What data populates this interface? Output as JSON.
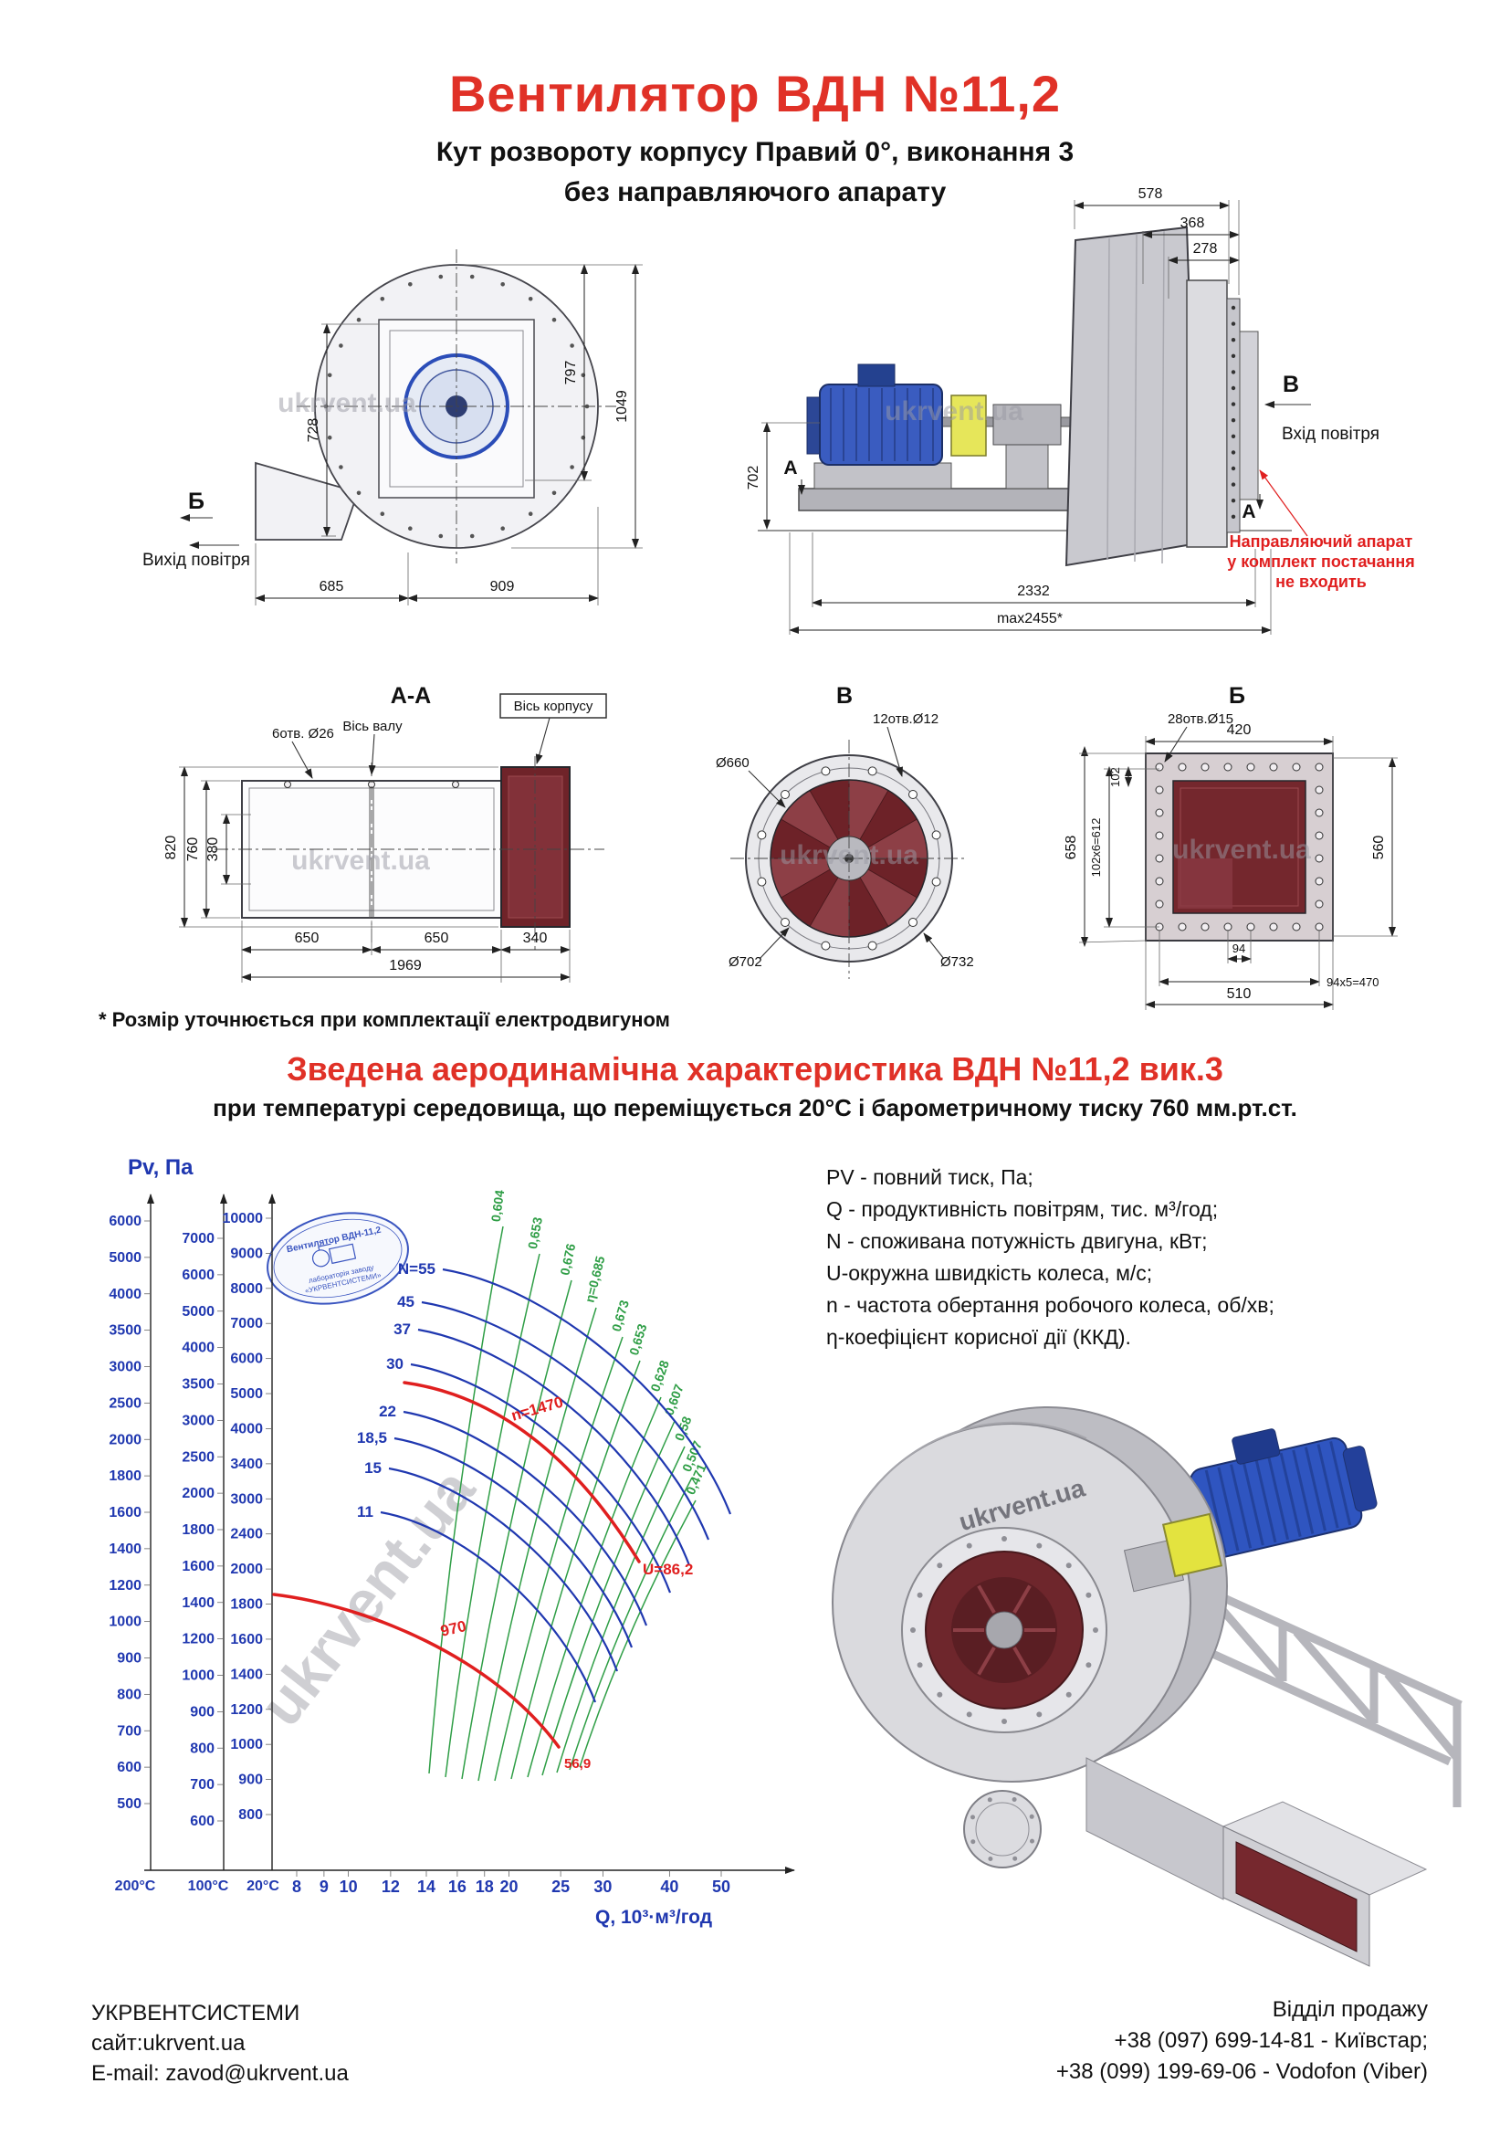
{
  "page": {
    "title": "Вентилятор  ВДН №11,2",
    "subtitle1": "Кут розвороту корпусу Правий 0°, виконання 3",
    "subtitle2": "без направляючого апарату",
    "footnote": "* Розмір уточнюється при комплектації електродвигуном",
    "watermark": "ukrvent.ua"
  },
  "drawings": {
    "volute_view": {
      "section_label": "Б",
      "air_out_label": "Вихід повітря",
      "dim_797": "797",
      "dim_1049": "1049",
      "dim_728": "728",
      "dim_685": "685",
      "dim_909": "909"
    },
    "side_view": {
      "section_label": "В",
      "air_in_label": "Вхід повітря",
      "section_a_left": "А",
      "section_a_right": "А",
      "dim_578": "578",
      "dim_368": "368",
      "dim_278": "278",
      "dim_702": "702",
      "dim_2332": "2332",
      "dim_max": "max2455*",
      "note_line1": "Направляючий апарат",
      "note_line2": "у комплект постачання",
      "note_line3": "не входить"
    },
    "section_aa": {
      "title": "А-А",
      "shaft_axis_label": "Вісь валу",
      "body_axis_label": "Вісь корпусу",
      "holes_label": "6отв. Ø26",
      "dim_820": "820",
      "dim_760": "760",
      "dim_380": "380",
      "dim_650a": "650",
      "dim_650b": "650",
      "dim_340": "340",
      "dim_1969": "1969"
    },
    "view_v": {
      "title": "В",
      "holes_label": "12отв.Ø12",
      "dim_660": "Ø660",
      "dim_702": "Ø702",
      "dim_732": "Ø732"
    },
    "view_b": {
      "title": "Б",
      "holes_label": "28отв.Ø15",
      "dim_420": "420",
      "dim_658": "658",
      "dim_102x6": "102х6=612",
      "dim_102": "102",
      "dim_560": "560",
      "dim_94": "94",
      "dim_94x5": "94х5=470",
      "dim_510": "510"
    }
  },
  "chart_section": {
    "heading": "Зведена аеродинамічна характеристика ВДН №11,2 вик.3",
    "subheading": "при температурі середовища, що переміщується 20°С і барометричному тиску 760 мм.рт.ст.",
    "stamp": {
      "line1": "Вентилятор ВДН-11,2",
      "line2": "лабораторія заводу",
      "line3": "«УКРВЕНТСИСТЕМИ»"
    }
  },
  "chart_data": {
    "type": "line",
    "title": "Зведена аеродинамічна характеристика ВДН №11,2 вик.3",
    "xlabel": "Q, 10³·м³/год",
    "ylabel": "Pv, Па",
    "x_scale": "log",
    "x_ticks": [
      8,
      9,
      10,
      12,
      14,
      16,
      18,
      20,
      25,
      30,
      40,
      50
    ],
    "y_axes": [
      {
        "temp": "200°C",
        "ticks": [
          6000,
          5000,
          4000,
          3500,
          3000,
          2500,
          2000,
          1800,
          1600,
          1400,
          1200,
          1000,
          900,
          800,
          700,
          600,
          500
        ]
      },
      {
        "temp": "100°C",
        "ticks": [
          7000,
          6000,
          5000,
          4000,
          3500,
          3000,
          2500,
          2000,
          1800,
          1600,
          1400,
          1200,
          1000,
          900,
          800,
          700,
          600
        ]
      },
      {
        "temp": "20°C",
        "ticks": [
          10000,
          9000,
          8000,
          7000,
          6000,
          5000,
          4000,
          3400,
          3000,
          2400,
          2000,
          1800,
          1600,
          1400,
          1200,
          1000,
          900,
          800
        ]
      }
    ],
    "power_curves_kW": [
      "N=55",
      "45",
      "37",
      "30",
      "22",
      "18,5",
      "15",
      "11"
    ],
    "efficiency_labels": [
      "0,604",
      "0,653",
      "0,676",
      "η=0,685",
      "0,673",
      "0,653",
      "0,628",
      "0,607",
      "0,58",
      "0,507",
      "0,471"
    ],
    "speed_curves": [
      {
        "label": "n=1470",
        "tip_speed": "U=86,2",
        "points_20C": [
          {
            "q": 14,
            "pv": 4900
          },
          {
            "q": 20,
            "pv": 4500
          },
          {
            "q": 30,
            "pv": 3400
          },
          {
            "q": 38,
            "pv": 2200
          }
        ]
      },
      {
        "label": "970",
        "tip_speed": "56,9",
        "points_20C": [
          {
            "q": 9,
            "pv": 2100
          },
          {
            "q": 14,
            "pv": 1950
          },
          {
            "q": 20,
            "pv": 1500
          },
          {
            "q": 25,
            "pv": 900
          }
        ]
      }
    ]
  },
  "legend": {
    "lines": [
      "PV - повний тиск, Па;",
      "Q - продуктивність повітрям, тис. м³/год;",
      "N - споживана потужність двигуна, кВт;",
      "U-окружна швидкість колеса, м/с;",
      "n - частота обертання робочого колеса, об/хв;",
      "η-коефіцієнт корисної дії (ККД)."
    ]
  },
  "footer": {
    "company": "УКРВЕНТСИСТЕМИ",
    "site": "сайт:ukrvent.ua",
    "email": "E-mail: zavod@ukrvent.ua",
    "sales_title": "Відділ продажу",
    "phone1": "+38 (097) 699-14-81 - Київстар;",
    "phone2": "+38 (099) 199-69-06 - Vodofon (Viber)"
  }
}
